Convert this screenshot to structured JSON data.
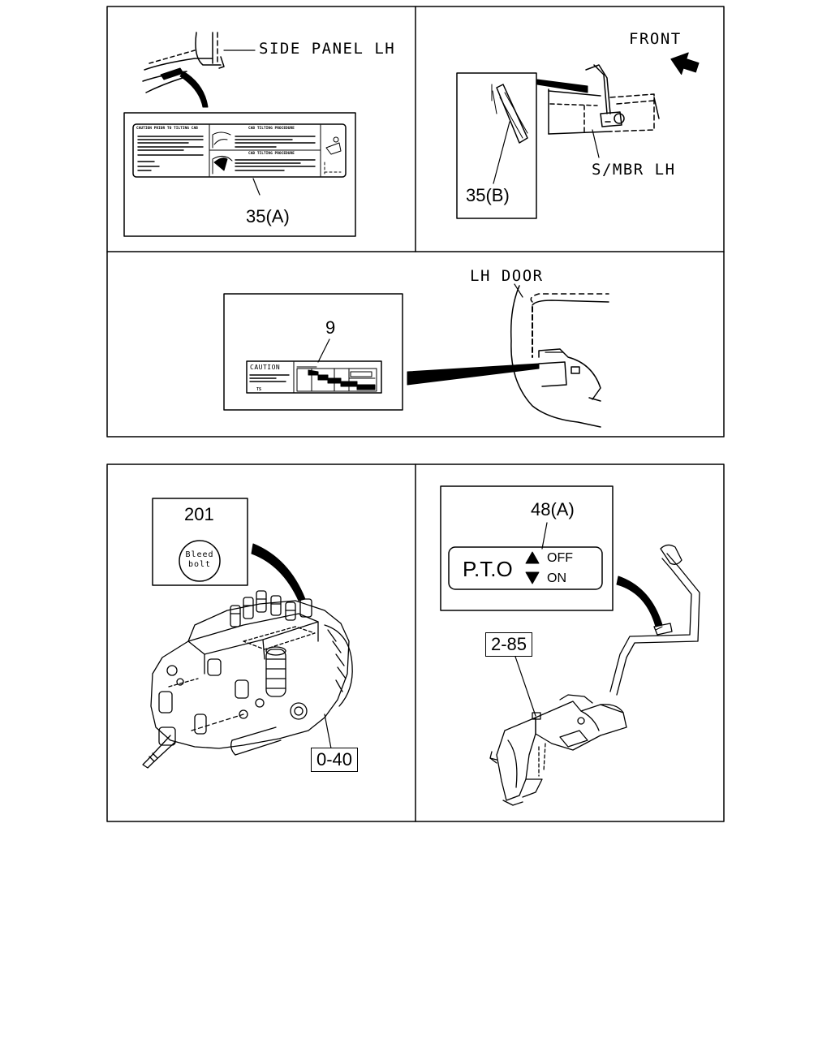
{
  "panels": {
    "side_panel": {
      "location_label": "SIDE PANEL LH",
      "part_ref": "35(A)",
      "decal_heading_left": "CAUTION PRIOR TO TILTING CAB",
      "decal_heading_right_1": "CAB TILTING PROCEDURE",
      "decal_heading_right_2": "CAB TILTING PROCEDURE"
    },
    "front_member": {
      "direction_label": "FRONT",
      "location_label": "S/MBR LH",
      "part_ref": "35(B)"
    },
    "door": {
      "location_label": "LH DOOR",
      "part_ref": "9",
      "decal_title": "CAUTION",
      "decal_corner_text": "TS"
    },
    "injection_pump": {
      "part_ref": "201",
      "decal_line_1": "Bleed",
      "decal_line_2": "bolt",
      "callout_ref": "0-40"
    },
    "pto": {
      "part_ref": "48(A)",
      "decal_main": "P.T.O",
      "decal_off": "OFF",
      "decal_on": "ON",
      "callout_ref": "2-85"
    }
  }
}
